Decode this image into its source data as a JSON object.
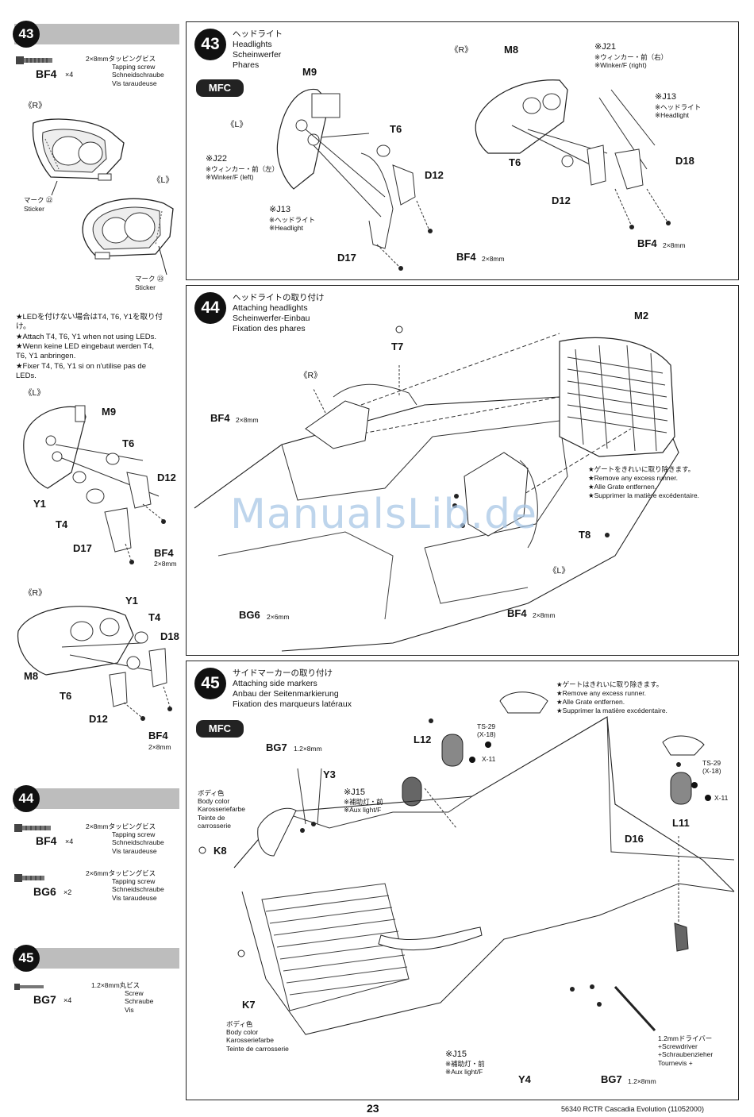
{
  "page_number": "23",
  "footer_ref": "56340 RCTR Cascadia Evolution (11052000)",
  "watermark": "ManualsLib.de",
  "sidebar": {
    "s43": {
      "num": "43",
      "screw_code": "BF4",
      "screw_qty": "×4",
      "screw_desc": [
        "2×8mmタッピングビス",
        "Tapping screw",
        "Schneidschraube",
        "Vis taraudeuse"
      ],
      "r_label": "《R》",
      "l_label": "《L》",
      "sticker22": [
        "マーク ㉒",
        "Sticker"
      ],
      "sticker23": [
        "マーク ㉓",
        "Sticker"
      ]
    },
    "led_note": [
      "★LEDを付けない場合はT4, T6, Y1を取り付",
      "け。",
      "★Attach T4, T6, Y1 when not using LEDs.",
      "★Wenn keine LED eingebaut werden T4,",
      "T6, Y1 anbringen.",
      "★Fixer T4, T6, Y1 si on n'utilise pas de",
      "LEDs."
    ],
    "led_l": {
      "side": "《L》",
      "M9": "M9",
      "T6": "T6",
      "D12": "D12",
      "Y1": "Y1",
      "T4": "T4",
      "D17": "D17",
      "BF4": "BF4",
      "size": "2×8mm"
    },
    "led_r": {
      "side": "《R》",
      "Y1": "Y1",
      "T4": "T4",
      "D18": "D18",
      "M8": "M8",
      "T6": "T6",
      "D12": "D12",
      "BF4": "BF4",
      "size": "2×8mm"
    },
    "s44": {
      "num": "44",
      "bf4_code": "BF4",
      "bf4_qty": "×4",
      "bf4_desc": [
        "2×8mmタッピングビス",
        "Tapping screw",
        "Schneidschraube",
        "Vis taraudeuse"
      ],
      "bg6_code": "BG6",
      "bg6_qty": "×2",
      "bg6_desc": [
        "2×6mmタッピングビス",
        "Tapping screw",
        "Schneidschraube",
        "Vis taraudeuse"
      ]
    },
    "s45": {
      "num": "45",
      "bg7_code": "BG7",
      "bg7_qty": "×4",
      "bg7_desc": [
        "1.2×8mm丸ビス",
        "Screw",
        "Schraube",
        "Vis"
      ]
    }
  },
  "step43": {
    "num": "43",
    "title": [
      "ヘッドライト",
      "Headlights",
      "Scheinwerfer",
      "Phares"
    ],
    "mfc": "MFC",
    "left_side": "《L》",
    "right_side": "《R》",
    "M9": "M9",
    "T6": "T6",
    "D12": "D12",
    "D17": "D17",
    "J22": [
      "※J22",
      "※ウィンカー・前（左）",
      "※Winker/F (left)"
    ],
    "J13_left": [
      "※J13",
      "※ヘッドライト",
      "※Headlight"
    ],
    "bf4_left": "BF4",
    "bf4_left_size": "2×8mm",
    "M8": "M8",
    "T6_r": "T6",
    "D12_r": "D12",
    "D18": "D18",
    "J21": [
      "※J21",
      "※ウィンカー・前（右）",
      "※Winker/F (right)"
    ],
    "J13_right": [
      "※J13",
      "※ヘッドライト",
      "※Headlight"
    ],
    "bf4_right": "BF4",
    "bf4_right_size": "2×8mm"
  },
  "step44": {
    "num": "44",
    "title": [
      "ヘッドライトの取り付け",
      "Attaching headlights",
      "Scheinwerfer-Einbau",
      "Fixation des phares"
    ],
    "T7": "T7",
    "r_side": "《R》",
    "bf4_a": "BF4",
    "bf4_a_size": "2×8mm",
    "M2": "M2",
    "runner_note": [
      "★ゲートをきれいに取り除きます。",
      "★Remove any excess runner.",
      "★Alle Grate entfernen.",
      "★Supprimer la matière excédentaire."
    ],
    "T8": "T8",
    "l_side": "《L》",
    "bg6": "BG6",
    "bg6_size": "2×6mm",
    "bf4_b": "BF4",
    "bf4_b_size": "2×8mm"
  },
  "step45": {
    "num": "45",
    "title": [
      "サイドマーカーの取り付け",
      "Attaching side markers",
      "Anbau der Seitenmarkierung",
      "Fixation des marqueurs latéraux"
    ],
    "mfc": "MFC",
    "runner_note": [
      "★ゲートはきれいに取り除きます。",
      "★Remove any excess runner.",
      "★Alle Grate entfernen.",
      "★Supprimer la matière excédentaire."
    ],
    "L12": "L12",
    "ts29_left": [
      "TS-29",
      "(X-18)"
    ],
    "x11_left": "X-11",
    "ts29_right": [
      "TS-29",
      "(X-18)"
    ],
    "x11_right": "X-11",
    "L11": "L11",
    "bg7_top": "BG7",
    "bg7_top_size": "1.2×8mm",
    "Y3": "Y3",
    "body_color_top": [
      "ボディ色",
      "Body color",
      "Karosseriefarbe",
      "Teinte de",
      "carrosserie"
    ],
    "J15_top": [
      "※J15",
      "※補助灯・前",
      "※Aux light/F"
    ],
    "K8": "K8",
    "D16": "D16",
    "K7": "K7",
    "body_color_bottom": [
      "ボディ色",
      "Body color",
      "Karosseriefarbe",
      "Teinte de carrosserie"
    ],
    "J15_bottom": [
      "※J15",
      "※補助灯・前",
      "※Aux light/F"
    ],
    "Y4": "Y4",
    "bg7_bottom": "BG7",
    "bg7_bottom_size": "1.2×8mm",
    "screwdriver": [
      "1.2mmドライバー",
      "+Screwdriver",
      "+Schraubenzieher",
      "Tournevis +"
    ]
  }
}
